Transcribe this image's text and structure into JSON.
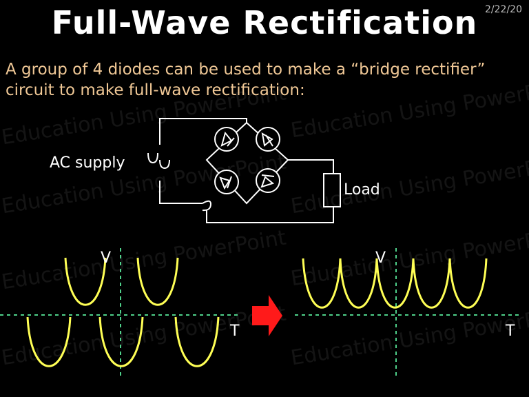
{
  "slide": {
    "date": "2/22/20",
    "title": "Full-Wave Rectification",
    "body": "A group of 4 diodes can be used to make a “bridge rectifier” circuit to make full-wave rectification:",
    "ac_label": "AC supply",
    "load_label": "Load",
    "left_graph": {
      "v_label": "V",
      "t_label": "T"
    },
    "right_graph": {
      "v_label": "V",
      "t_label": "T"
    },
    "watermark": "Education Using PowerPoint"
  },
  "colors": {
    "background": "#000000",
    "title": "#ffffff",
    "body_text": "#f0c896",
    "wave": "#ffff55",
    "axis": "#4fd18a",
    "arrow": "#ff1a1a"
  }
}
